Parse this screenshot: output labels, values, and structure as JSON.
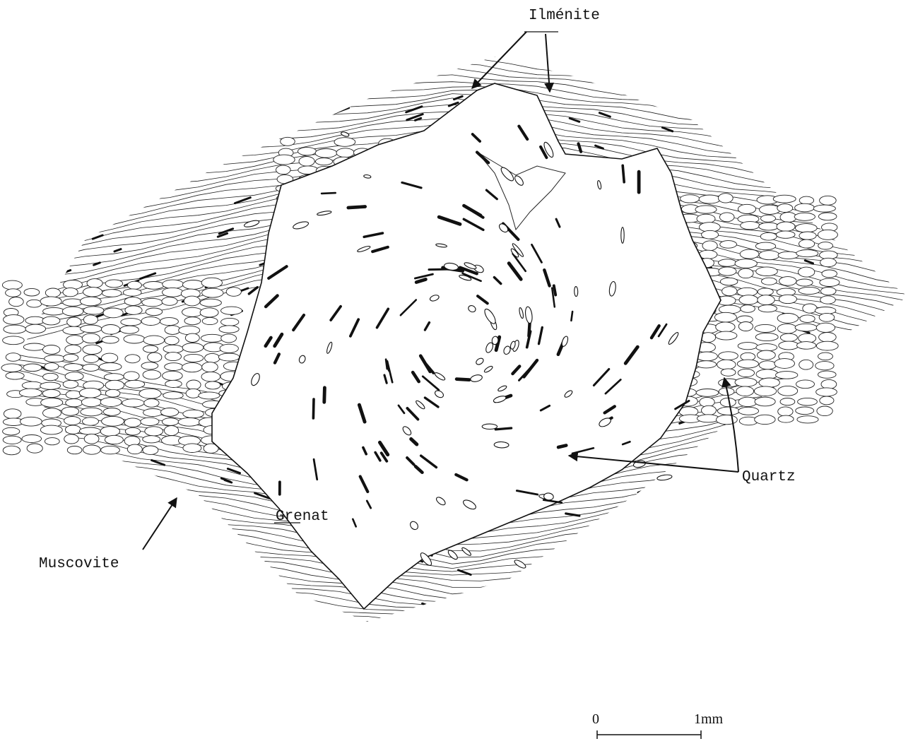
{
  "labels": {
    "ilmenite": "Ilménite",
    "quartz": "Quartz",
    "grenat": "Grenat",
    "muscovite": "Muscovite"
  },
  "scale_bar": {
    "zero": "0",
    "one": "1mm"
  }
}
